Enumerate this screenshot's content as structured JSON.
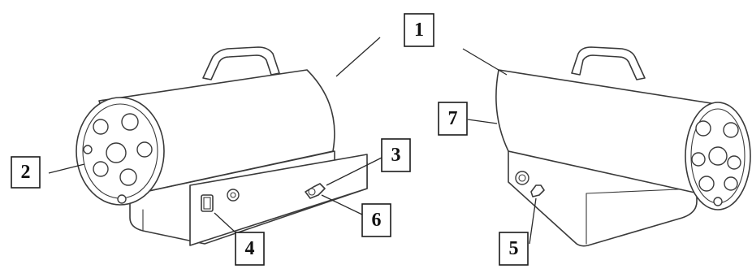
{
  "diagram": {
    "views": [
      "left-view",
      "right-view"
    ],
    "callouts": [
      {
        "id": "c1",
        "label": "1"
      },
      {
        "id": "c2",
        "label": "2"
      },
      {
        "id": "c3",
        "label": "3"
      },
      {
        "id": "c4",
        "label": "4"
      },
      {
        "id": "c5",
        "label": "5"
      },
      {
        "id": "c6",
        "label": "6"
      },
      {
        "id": "c7",
        "label": "7"
      }
    ]
  }
}
